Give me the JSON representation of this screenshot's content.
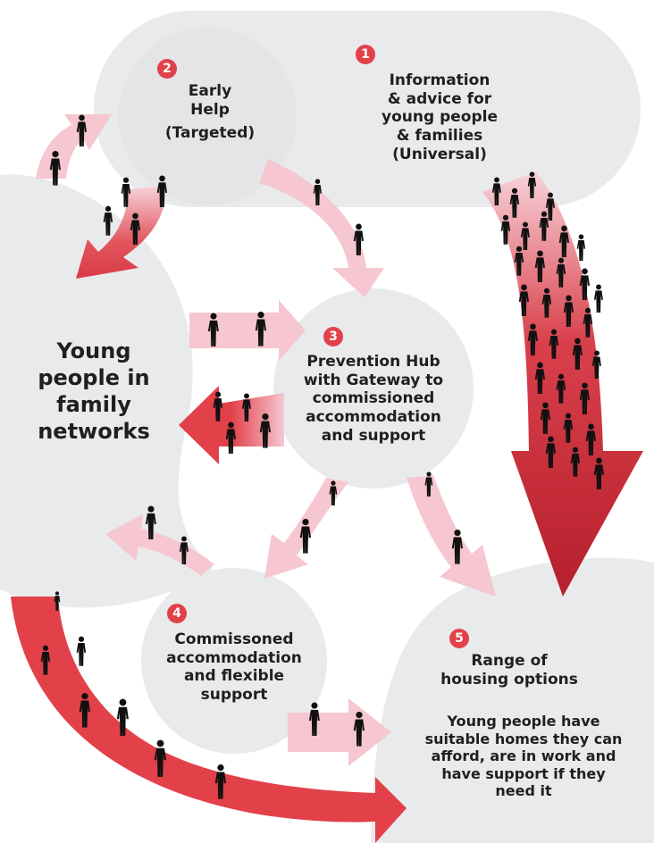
{
  "colors": {
    "bubble": "#e9eaec",
    "accent": "#e2414a",
    "arrow_dark": "#b51f2b",
    "arrow_light": "#f6c7d1",
    "text": "#1f1f1f"
  },
  "icon_names": [
    "person-silhouette-icon"
  ],
  "nodes": {
    "info": {
      "number": "1",
      "lines": [
        "Information",
        "& advice for",
        "young people",
        "& families",
        "(Universal)"
      ]
    },
    "early_help": {
      "number": "2",
      "lines": [
        "Early",
        "Help",
        "(Targeted)"
      ]
    },
    "hub": {
      "number": "3",
      "lines": [
        "Prevention Hub",
        "with Gateway to",
        "commissioned",
        "accommodation",
        "and support"
      ]
    },
    "accommodation": {
      "number": "4",
      "lines": [
        "Commissoned",
        "accommodation",
        "and flexible",
        "support"
      ]
    },
    "housing": {
      "number": "5",
      "lines": [
        "Range of",
        "housing options"
      ],
      "description": [
        "Young people have",
        "suitable homes they can",
        "afford, are in work and",
        "have support if they",
        "need it"
      ]
    },
    "family": {
      "lines": [
        "Young",
        "people in",
        "family",
        "networks"
      ]
    }
  }
}
